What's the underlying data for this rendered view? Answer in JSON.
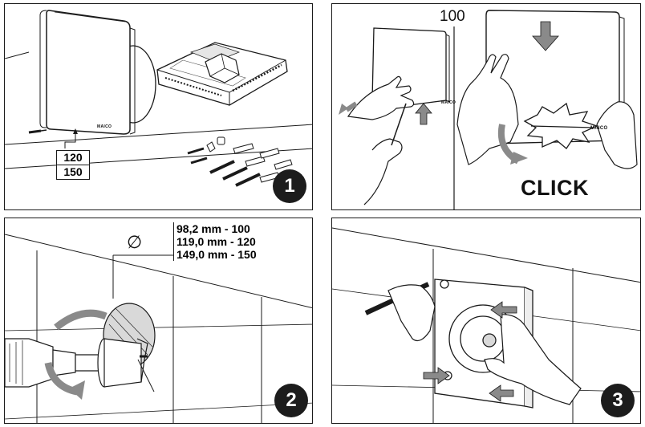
{
  "panels": {
    "step1": {
      "badge": "1",
      "sizes": [
        "120",
        "150"
      ],
      "brand": "MAICO"
    },
    "step_cover": {
      "number": "100",
      "click_label": "CLICK",
      "brand": "MAICO"
    },
    "step2": {
      "badge": "2",
      "diameter_symbol": "∅",
      "diameters": [
        "98,2 mm - 100",
        "119,0 mm - 120",
        "149,0 mm - 150"
      ]
    },
    "step3": {
      "badge": "3"
    }
  },
  "colors": {
    "line": "#1a1a1a",
    "badge": "#1c1c1c",
    "arrow": "#8a8a8a",
    "shade": "#d9d9d9"
  }
}
